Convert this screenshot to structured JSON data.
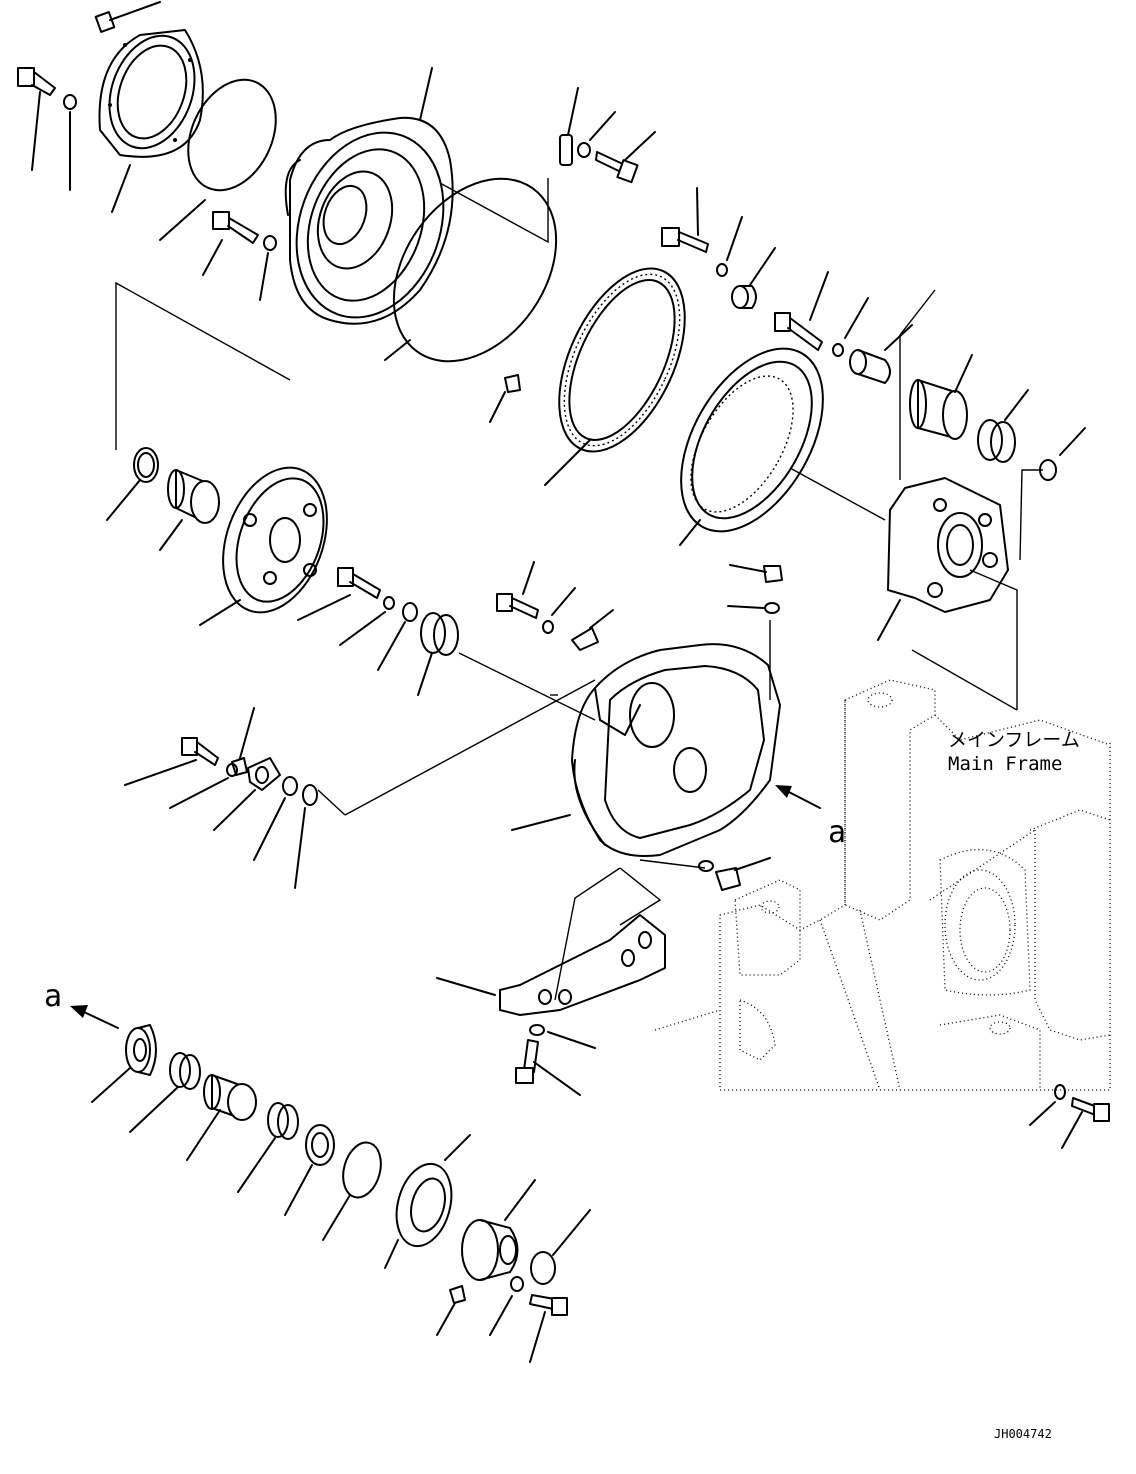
{
  "diagram": {
    "main_frame_label_jp": "メインフレーム",
    "main_frame_label_en": "Main Frame",
    "view_marker_top": "a",
    "view_marker_bottom": "a",
    "drawing_number": "JH004742"
  }
}
